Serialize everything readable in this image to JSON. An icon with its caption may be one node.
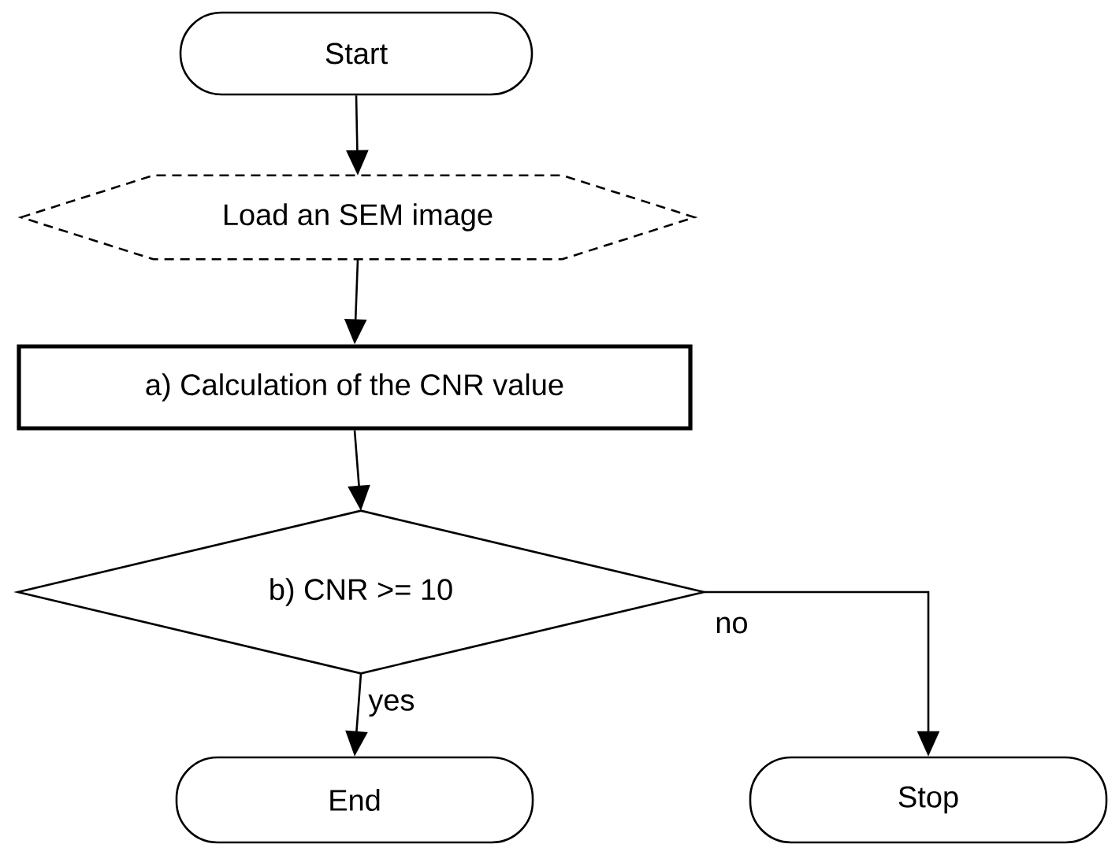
{
  "diagram": {
    "nodes": [
      {
        "text": [
          "Start"
        ]
      },
      {
        "text": [
          "Load an SEM image"
        ]
      },
      {
        "text": [
          "a) Calculation of the CNR value"
        ]
      },
      {
        "text": [
          "b) CNR  >=  10"
        ]
      },
      {
        "text": [
          "End"
        ]
      },
      {
        "text": [
          "Stop"
        ]
      }
    ],
    "edges": [
      {
        "from": 0,
        "to": 1,
        "arrow": "to"
      },
      {
        "from": 1,
        "to": 2,
        "arrow": "to"
      },
      {
        "from": 2,
        "to": 3,
        "arrow": "to"
      },
      {
        "from": 3,
        "to": 4,
        "arrow": "to",
        "label": "yes"
      },
      {
        "from": 3,
        "to": 5,
        "arrow": "to",
        "label": "no"
      }
    ]
  }
}
